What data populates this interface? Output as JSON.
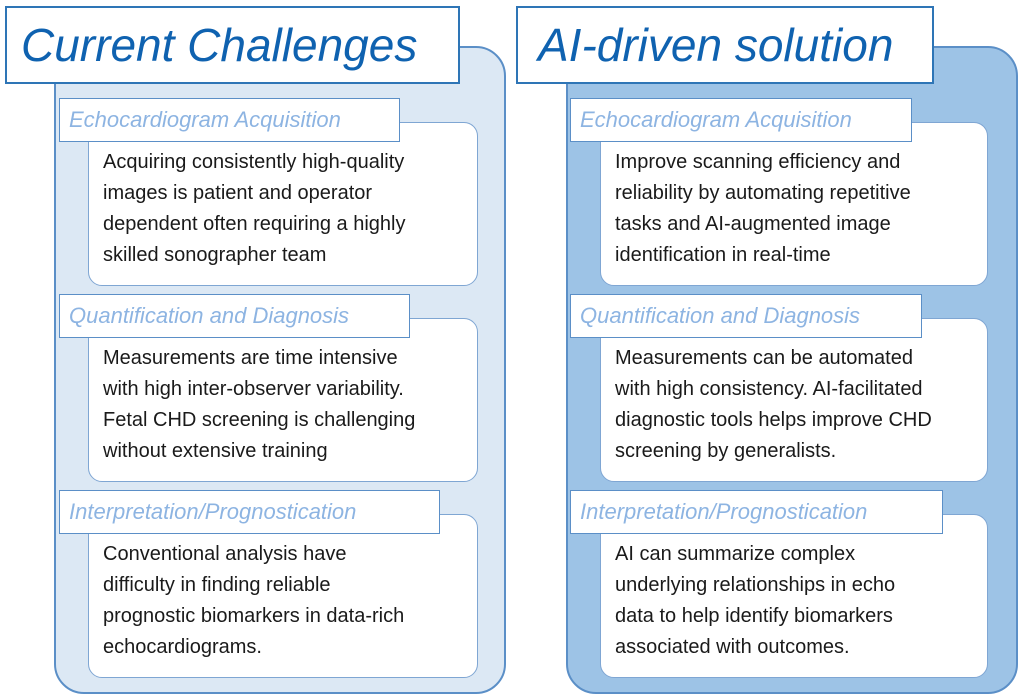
{
  "left": {
    "title": "Current Challenges",
    "sections": [
      {
        "label": "Echocardiogram Acquisition",
        "body": "Acquiring consistently high-quality\nimages is patient and operator\ndependent often requiring a highly\nskilled sonographer team"
      },
      {
        "label": "Quantification and Diagnosis",
        "body": "Measurements are time intensive\nwith high inter-observer variability.\nFetal CHD screening is challenging\nwithout extensive training"
      },
      {
        "label": "Interpretation/Prognostication",
        "body": "Conventional analysis have\ndifficulty in finding reliable\nprognostic biomarkers in data-rich\nechocardiograms."
      }
    ]
  },
  "right": {
    "title": "AI-driven solution",
    "sections": [
      {
        "label": "Echocardiogram Acquisition",
        "body": "Improve scanning efficiency and\nreliability by automating repetitive\ntasks and AI-augmented image\nidentification in real-time"
      },
      {
        "label": "Quantification and Diagnosis",
        "body": "Measurements can be automated\nwith high consistency.  AI-facilitated\ndiagnostic tools helps improve CHD\nscreening by generalists."
      },
      {
        "label": "Interpretation/Prognostication",
        "body": "AI can summarize complex\nunderlying relationships in echo\ndata to help identify biomarkers\nassociated with outcomes."
      }
    ]
  },
  "colors": {
    "title_text": "#0f62b0",
    "label_text": "#8db4e2",
    "left_panel": "#dce8f4",
    "right_panel": "#9dc3e6",
    "border": "#5b8fc7"
  }
}
